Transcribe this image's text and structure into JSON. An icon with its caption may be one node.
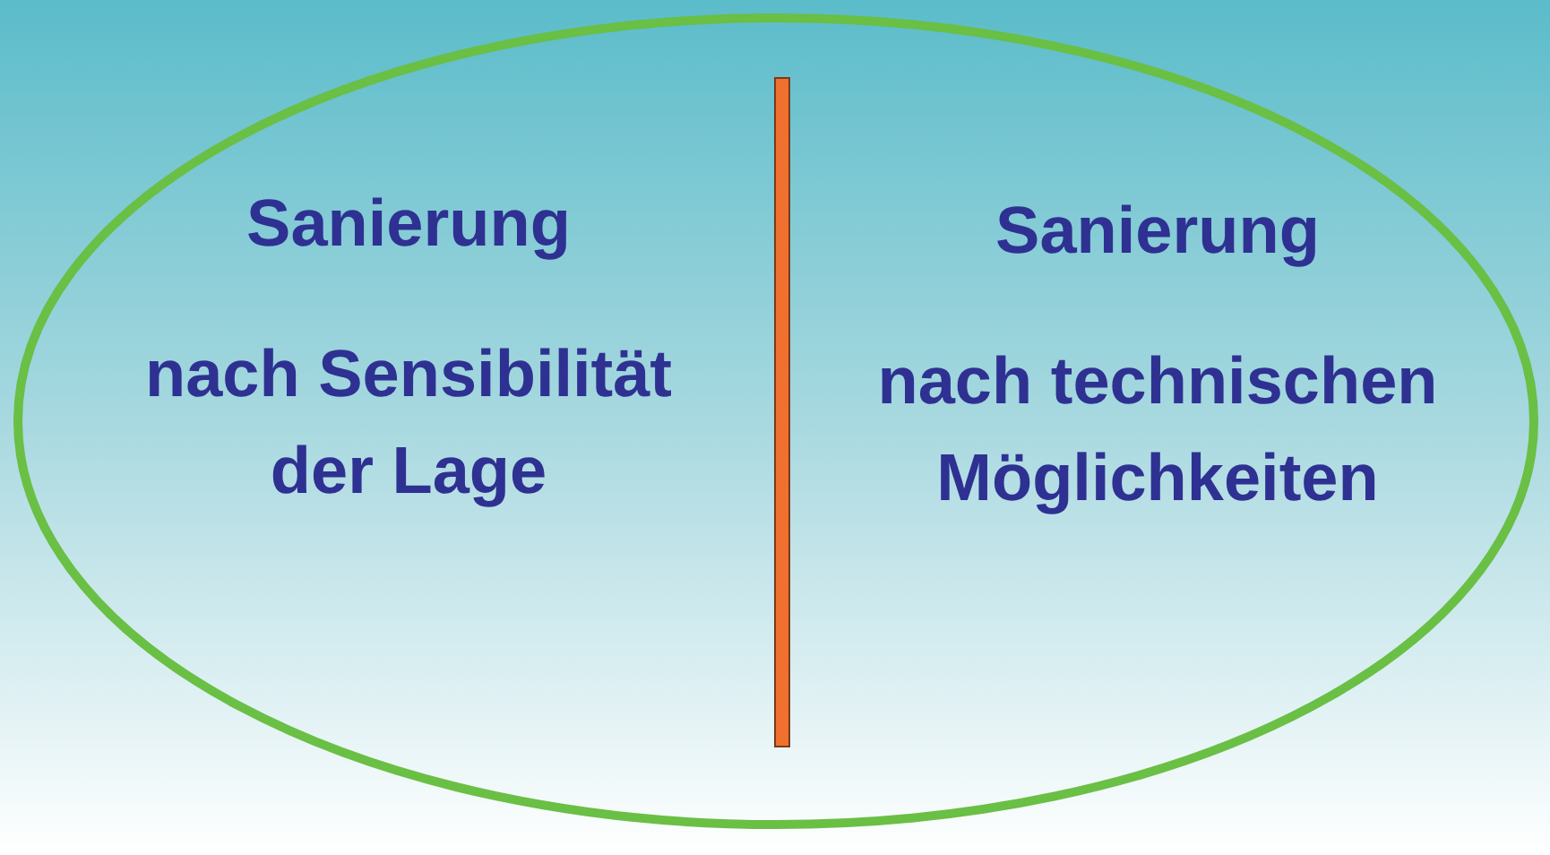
{
  "diagram": {
    "nodes": [
      {
        "text": [],
        "shape": "ellipse"
      },
      {
        "text": [
          "Sanierung",
          "nach Sensibilität der Lage"
        ],
        "in": 0
      },
      {
        "text": [
          "Sanierung",
          "nach technischen Möglichkeiten"
        ],
        "in": 0
      }
    ]
  }
}
